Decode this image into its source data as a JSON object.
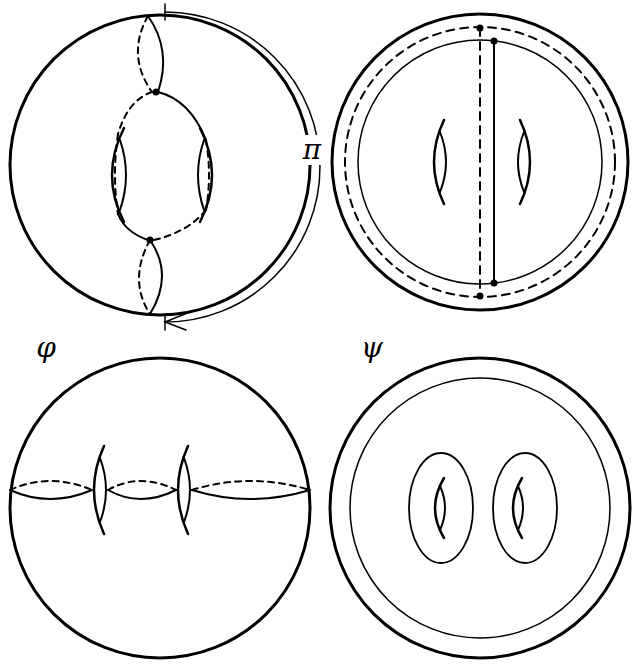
{
  "diagram": {
    "labels": [
      "π",
      "φ",
      "ψ"
    ]
  }
}
